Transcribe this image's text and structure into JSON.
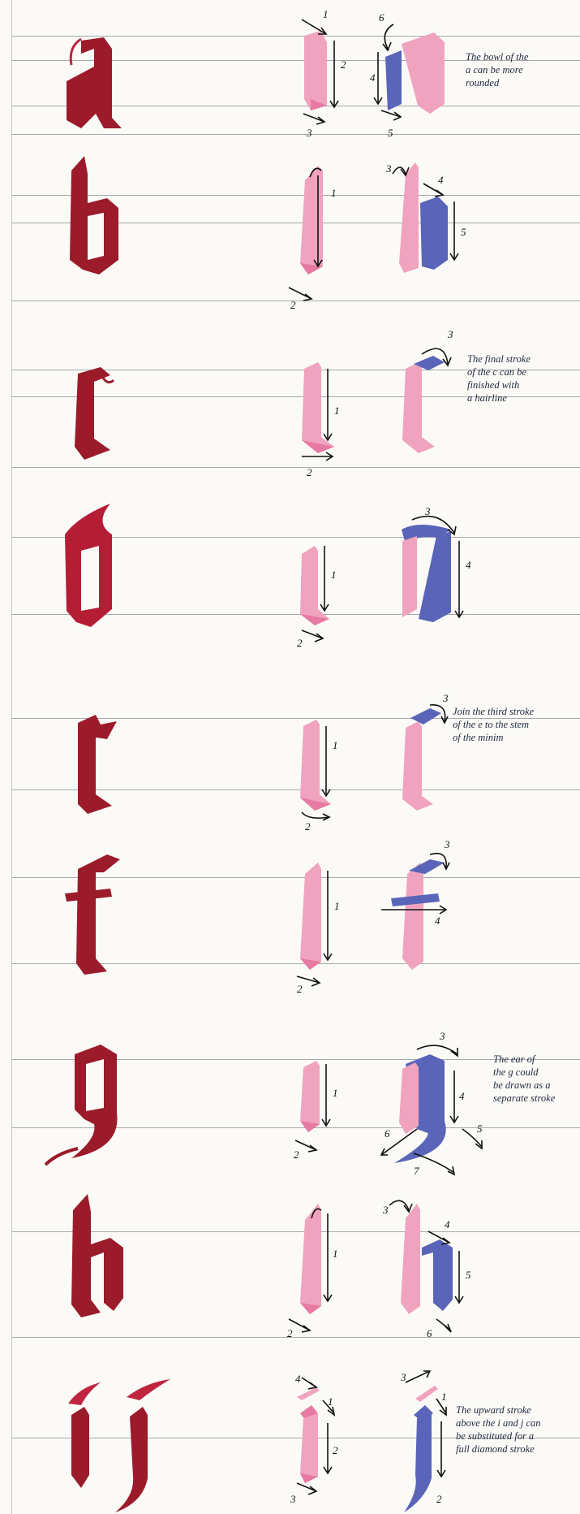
{
  "colors": {
    "model_red": "#9b1b2b",
    "model_red_light": "#c02540",
    "stroke_pink": "#f0a3bf",
    "stroke_pink_dark": "#e77aa2",
    "stroke_blue": "#5a64b8",
    "arrow": "#111111",
    "guide_line": "#a6a8ab",
    "text": "#1f2a3c"
  },
  "letters": [
    {
      "letter": "a",
      "numbers": [
        "1",
        "2",
        "3",
        "6",
        "4",
        "5"
      ],
      "note": [
        "The bowl of the",
        "a can be more",
        "rounded"
      ]
    },
    {
      "letter": "b",
      "numbers": [
        "1",
        "2",
        "3",
        "4",
        "5"
      ],
      "note": []
    },
    {
      "letter": "c",
      "numbers": [
        "1",
        "2",
        "3"
      ],
      "note": [
        "The final stroke",
        "of the c can be",
        "finished with",
        "a hairline"
      ]
    },
    {
      "letter": "d",
      "numbers": [
        "1",
        "2",
        "3",
        "4"
      ],
      "note": []
    },
    {
      "letter": "e",
      "numbers": [
        "1",
        "2",
        "3"
      ],
      "note": [
        "Join the third stroke",
        "of the e to the stem",
        "of the minim"
      ]
    },
    {
      "letter": "f",
      "numbers": [
        "1",
        "2",
        "3",
        "4"
      ],
      "note": []
    },
    {
      "letter": "g",
      "numbers": [
        "1",
        "2",
        "3",
        "4",
        "5",
        "6",
        "7"
      ],
      "note": [
        "The ear of",
        "the g could",
        "be drawn as a",
        "separate stroke"
      ]
    },
    {
      "letter": "h",
      "numbers": [
        "1",
        "2",
        "3",
        "4",
        "5",
        "6"
      ],
      "note": []
    },
    {
      "letter": "ij",
      "numbers": [
        "4",
        "1",
        "2",
        "3",
        "3",
        "1",
        "2"
      ],
      "note": [
        "The upward stroke",
        "above the i and j can",
        "be substituted for a",
        "full diamond stroke"
      ]
    }
  ]
}
